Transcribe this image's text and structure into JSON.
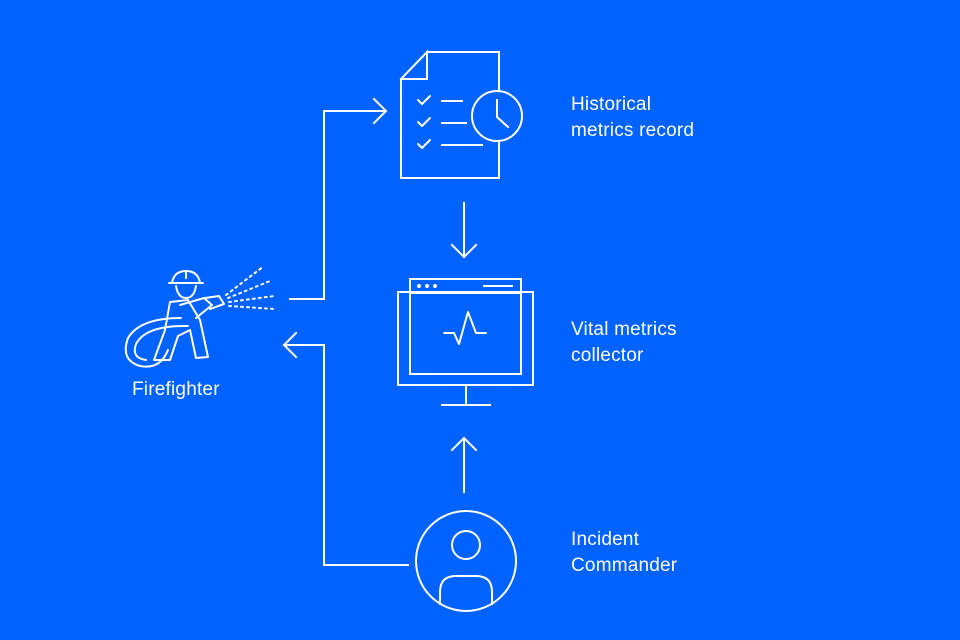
{
  "nodes": {
    "historical": {
      "line1": "Historical",
      "line2": "metrics record",
      "icon": "document-clock-icon"
    },
    "vital": {
      "line1": "Vital metrics",
      "line2": "collector",
      "icon": "monitor-pulse-icon"
    },
    "commander": {
      "line1": "Incident",
      "line2": "Commander",
      "icon": "user-avatar-icon"
    },
    "firefighter": {
      "label": "Firefighter",
      "icon": "firefighter-hose-icon"
    }
  },
  "colors": {
    "background": "#0062ff",
    "foreground": "#ffffff"
  }
}
